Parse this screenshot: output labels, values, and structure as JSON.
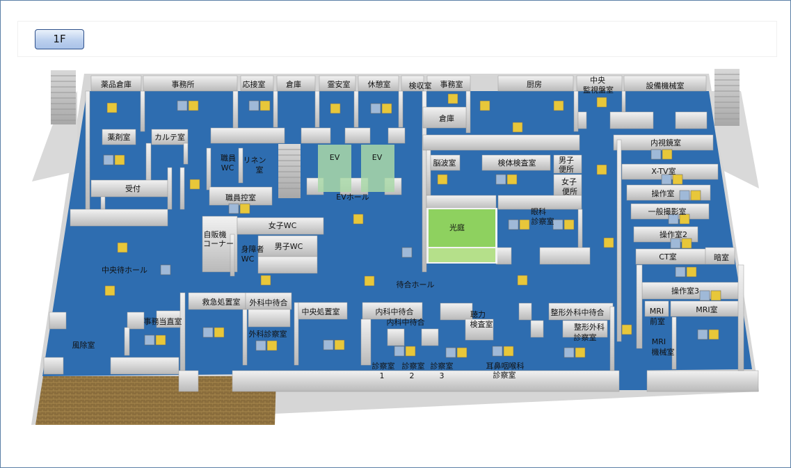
{
  "floor_button": {
    "label": "1F"
  },
  "colors": {
    "floor": "#2e6db0",
    "wall": "#c8c8c8",
    "ev": "#a9d8a8",
    "courtyard": "#8ed15f",
    "sensor": "#e8c73a",
    "sensor_pair": "#9fb9d8",
    "ground": "#8a6d3c"
  },
  "rooms": {
    "drug_storage": "薬品倉庫",
    "office_1": "事務所",
    "reception_room": "応接室",
    "storage_1": "倉庫",
    "mortuary": "霊安室",
    "rest_room": "休憩室",
    "specimen_collection": "検収室",
    "office_2": "事務室",
    "kitchen": "厨房",
    "central_monitoring_1": "中央",
    "central_monitoring_2": "監視盤室",
    "equipment_machine": "設備機械室",
    "storage_2": "倉庫",
    "pharmacy": "薬剤室",
    "records": "カルテ室",
    "staff_wc_1": "職員",
    "staff_wc_2": "WC",
    "linen_1": "リネン",
    "linen_2": "室",
    "ev_1": "EV",
    "ev_2": "EV",
    "ev_hall": "EVホール",
    "eeg": "脳波室",
    "specimen_lab": "検体検査室",
    "mens_toilet_1": "男子",
    "mens_toilet_2": "便所",
    "womens_toilet_1": "女子",
    "womens_toilet_2": "便所",
    "endoscopy": "内視鏡室",
    "xtv": "X-TV室",
    "control_1": "操作室",
    "general_xray": "一般撮影室",
    "control_2": "操作室2",
    "reception": "受付",
    "staff_lounge": "職員控室",
    "womens_wc": "女子WC",
    "vending_1": "自販機",
    "vending_2": "コーナー",
    "disabled_wc_1": "身障者",
    "disabled_wc_2": "WC",
    "mens_wc": "男子WC",
    "courtyard": "光庭",
    "ophthalmology_1": "眼科",
    "ophthalmology_2": "診察室",
    "central_waiting": "中央待ホール",
    "waiting_hall": "待合ホール",
    "ct": "CT室",
    "dark_room": "暗室",
    "control_3": "操作室3",
    "emergency": "救急処置室",
    "surgery_waiting": "外科中待合",
    "central_treatment": "中央処置室",
    "internal_waiting_1": "内科中待合",
    "internal_waiting_2": "内科中待合",
    "audiometry_1": "聴力",
    "audiometry_2": "検査室",
    "ortho_waiting": "整形外科中待合",
    "ortho_exam_1": "整形外科",
    "ortho_exam_2": "診察室",
    "mri_prep_1": "MRI",
    "mri_prep_2": "前室",
    "mri": "MRI室",
    "duty_office": "事務当直室",
    "surgery_exam": "外科診察室",
    "mri_machine_1": "MRI",
    "mri_machine_2": "機械室",
    "wind_room": "風除室",
    "exam_1a": "診察室",
    "exam_1b": "1",
    "exam_2a": "診察室",
    "exam_2b": "2",
    "exam_3a": "診察室",
    "exam_3b": "3",
    "ent_1": "耳鼻咽喉科",
    "ent_2": "診察室"
  }
}
